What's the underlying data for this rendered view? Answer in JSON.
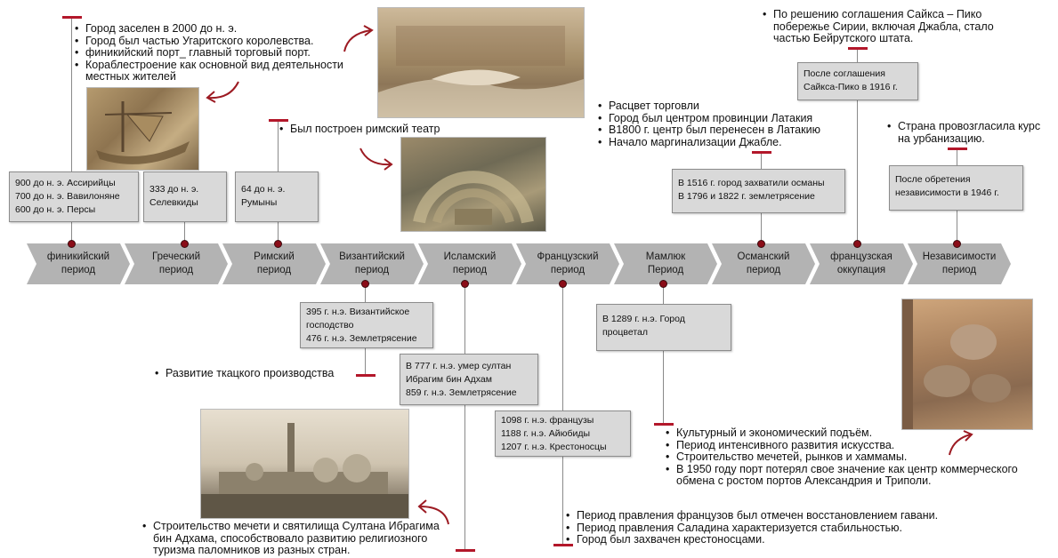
{
  "colors": {
    "accent_red": "#b3172a",
    "chevron_gray": "#b3b3b3",
    "box_gray": "#d9d9d9",
    "dot_red": "#8b0d18"
  },
  "periods": [
    {
      "label": "финикийский период"
    },
    {
      "label": "Греческий период"
    },
    {
      "label": "Римский период"
    },
    {
      "label": "Византийский период"
    },
    {
      "label": "Исламский период"
    },
    {
      "label": "Французский период"
    },
    {
      "label": "Мамлюк Период"
    },
    {
      "label": "Османский период"
    },
    {
      "label": "французская оккупация"
    },
    {
      "label": "Независимости период"
    }
  ],
  "upper_boxes": {
    "phoenician": [
      "900 до н. э. Ассирийцы",
      "700 до н. э. Вавилоняне",
      "600 до н. э. Персы"
    ],
    "greek": [
      "333 до н. э.",
      "Селевкиды"
    ],
    "roman": [
      "64 до н. э.",
      "Румыны"
    ],
    "ottoman": [
      "В 1516 г. город захватили османы",
      "В 1796 и 1822 г. землетрясение"
    ],
    "occupation": [
      "После соглашения",
      "Сайкса-Пико в 1916 г."
    ],
    "independence": [
      "После обретения",
      "независимости в 1946 г."
    ]
  },
  "lower_boxes": {
    "byzantine": [
      "395 г. н.э. Византийское",
      "господство",
      "476 г. н.э. Землетрясение"
    ],
    "islamic": [
      "В 777 г. н.э. умер султан",
      "Ибрагим бин Адхам",
      "859 г. н.э. Землетрясение"
    ],
    "french": [
      "1098 г. н.э. французы",
      "1188 г. н.э. Айюбиды",
      "1207 г. н.э. Крестоносцы"
    ],
    "mamluk": [
      "В 1289 г. н.э. Город",
      "процветал"
    ]
  },
  "bullets": {
    "phoenician": [
      "Город заселен в 2000 до н. э.",
      "Город был частью Угаритского королевства.",
      "финикийский порт_ главный торговый порт.",
      "Кораблестроение как основной вид деятельности местных жителей"
    ],
    "roman": [
      "Был построен римский театр"
    ],
    "ottoman": [
      "Расцвет торговли",
      "Город был центром провинции Латакия",
      "В1800 г. центр был перенесен в Латакию",
      "Начало маргинализации Джабле."
    ],
    "occupation": [
      "По решению соглашения Сайкса – Пико побережье Сирии, включая Джабла, стало частью Бейрутского штата."
    ],
    "independence": [
      "Страна провозгласила курс на урбанизацию."
    ],
    "byzantine": [
      "Развитие ткацкого производства"
    ],
    "islamic": [
      "Строительство мечети и святилища Султана Ибрагима бин Адхама, способствовало развитию религиозного туризма паломников из разных стран."
    ],
    "french": [
      "Период правления французов был отмечен восстановлением гавани.",
      "Период правления Саладина характеризуется стабильностью.",
      "Город был захвачен крестоносцами."
    ],
    "mamluk": [
      "Культурный и экономический подъём.",
      "Период интенсивного развития искусства.",
      "Строительство мечетей, рынков и хаммамы.",
      "В 1950 году порт потерял свое значение как центр коммерческого обмена с ростом портов Александрия и Триполи."
    ]
  }
}
